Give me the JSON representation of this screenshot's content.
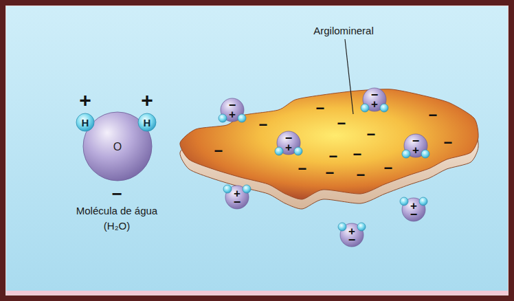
{
  "diagram": {
    "nodes": [
      {
        "text": [
          "+",
          "H"
        ]
      },
      {
        "text": [
          "+",
          "H"
        ]
      },
      {
        "text": [
          "O",
          "−"
        ]
      },
      {
        "text": [
          "−",
          "−",
          "−",
          "−",
          "−",
          "−",
          "−",
          "−",
          "−",
          "−",
          "−",
          "−",
          "−"
        ]
      },
      {
        "text": [
          "−",
          "+"
        ]
      },
      {
        "text": [
          "−",
          "+"
        ]
      },
      {
        "text": [
          "−",
          "+"
        ]
      },
      {
        "text": [
          "−",
          "+"
        ]
      },
      {
        "text": [
          "+",
          "−"
        ]
      },
      {
        "text": [
          "+",
          "−"
        ]
      },
      {
        "text": [
          "+",
          "−"
        ]
      }
    ],
    "labels": [
      "Argilomineral",
      "Molécula de água (H₂O)"
    ]
  }
}
